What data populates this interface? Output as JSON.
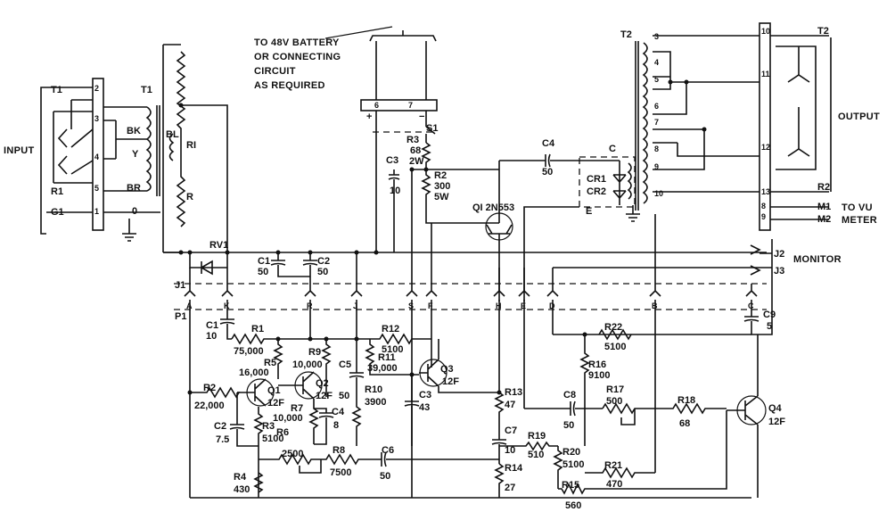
{
  "notes": {
    "battery_1": "TO 48V BATTERY",
    "battery_2": "OR CONNECTING",
    "battery_3": "CIRCUIT",
    "battery_4": "AS REQUIRED"
  },
  "io": {
    "input": "INPUT",
    "output": "OUTPUT",
    "monitor": "MONITOR",
    "vu_1": "TO VU",
    "vu_2": "METER"
  },
  "input_strip": {
    "T1_left": "T1",
    "R1_left": "R1",
    "G1": "G1",
    "t2": "2",
    "t3": "3",
    "t4": "4",
    "t5": "5",
    "t1": "1",
    "t0": "0"
  },
  "t1_xfmr": {
    "name": "T1",
    "bk": "BK",
    "y": "Y",
    "br": "BR",
    "bl": "BL"
  },
  "pot": {
    "r1": "RI",
    "r": "R"
  },
  "upper": {
    "plus": "+",
    "minus": "−",
    "pin6": "6",
    "pin7": "7",
    "s1": "S1",
    "r3": "R3",
    "r3v": "68",
    "r3w": "2W",
    "c3": "C3",
    "c3v": "10",
    "r2": "R2",
    "r2v": "300",
    "r2w": "5W",
    "c4": "C4",
    "c4v": "50",
    "c": "C",
    "cr1": "CR1",
    "cr2": "CR2",
    "e": "E",
    "q1": "QI 2N553",
    "c1": "C1",
    "c1v": "50",
    "c2": "C2",
    "c2v": "50",
    "rv1": "RV1"
  },
  "t2_xfmr": {
    "name": "T2",
    "t3": "3",
    "t4": "4",
    "t5": "5",
    "t6": "6",
    "t7": "7",
    "t8": "8",
    "t9": "9",
    "t10": "10"
  },
  "out_strip": {
    "t10": "10",
    "t11": "11",
    "t12": "12",
    "t13": "13",
    "t8": "8",
    "t9": "9",
    "T2": "T2",
    "R2": "R2",
    "M1": "M1",
    "M2": "M2",
    "J2": "J2",
    "J3": "J3"
  },
  "plug": {
    "j1": "J1",
    "p1": "P1",
    "pins": [
      "A",
      "K",
      "R",
      "J",
      "S",
      "F",
      "H",
      "E",
      "D",
      "B",
      "C"
    ]
  },
  "amp": {
    "c1": "C1",
    "c1v": "10",
    "r1": "R1",
    "r1v": "75,000",
    "r5": "R5",
    "r5v": "16,000",
    "r9": "R9",
    "r9v": "10,000",
    "r11": "R11",
    "r11v": "39,000",
    "r12": "R12",
    "r12v": "5100",
    "c5": "C5",
    "c5v": "50",
    "q1": "Q1",
    "q1t": "12F",
    "q2": "Q2",
    "q2t": "12F",
    "q3": "Q3",
    "q3t": "12F",
    "q4": "Q4",
    "q4t": "12F",
    "r2": "R2",
    "r2v": "22,000",
    "c2": "C2",
    "c2v": "7.5",
    "r3": "R3",
    "r3v": "5100",
    "r7": "R7",
    "r7v": "10,000",
    "c4": "C4",
    "c4v": "8",
    "r10": "R10",
    "r10v": "3900",
    "c3": "C3",
    "c3v": "43",
    "r6": "R6",
    "r6v": "2500",
    "r8": "R8",
    "r8v": "7500",
    "c6": "C6",
    "c6v": "50",
    "r4": "R4",
    "r4v": "430",
    "r13": "R13",
    "r13v": "47",
    "r14": "R14",
    "r14v": "27",
    "c7": "C7",
    "c7v": "10",
    "r19": "R19",
    "r19v": "510",
    "r20": "R20",
    "r20v": "5100",
    "r15": "R15",
    "r15v": "560",
    "r16": "R16",
    "r16v": "9100",
    "c8": "C8",
    "c8v": "50",
    "r17": "R17",
    "r17v": "500",
    "r18": "R18",
    "r18v": "68",
    "r21": "R21",
    "r21v": "470",
    "r22": "R22",
    "r22v": "5100",
    "c9": "C9",
    "c9v": "5"
  }
}
